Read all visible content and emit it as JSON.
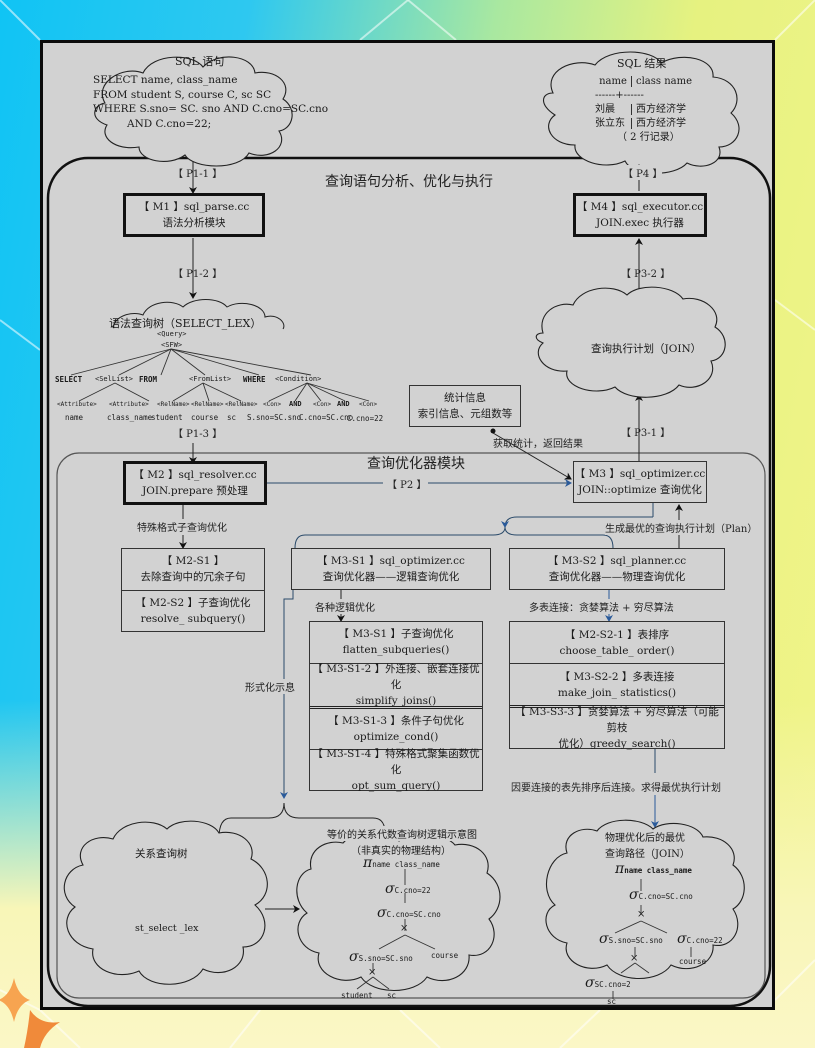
{
  "sql_statement": {
    "title": "SQL 语句",
    "lines": [
      "SELECT name, class_name",
      "FROM student S, course C, sc SC",
      "WHERE S.sno= SC. sno AND C.cno=SC.cno",
      "AND C.cno=22;"
    ]
  },
  "sql_result": {
    "title": "SQL 结果",
    "header": [
      "name",
      "class   name"
    ],
    "separator": "------+------",
    "rows": [
      [
        "刘晨",
        "西方经济学"
      ],
      [
        "张立东",
        "西方经济学"
      ]
    ],
    "footer": "（ 2 行记录）"
  },
  "outer_section": {
    "title": "查询语句分析、优化与执行"
  },
  "labels": {
    "p1_1": "【 P1-1 】",
    "p1_2": "【 P1-2 】",
    "p1_3": "【 P1-3 】",
    "p2": "【 P2 】",
    "p3_1": "【 P3-1 】",
    "p3_2": "【 P3-2 】",
    "p4": "【 P4 】",
    "special_subquery": "特殊格式子查询优化",
    "various_logic": "各种逻辑优化",
    "multi_table": "多表连接：贪婪算法 + 穷尽算法",
    "best_plan": "生成最优的查询执行计划（Plan）",
    "get_stats": "获取统计，返回结果",
    "formal": "形式化示息",
    "sort_then_join": "因要连接的表先排序后连接。求得最优执行计划"
  },
  "modules": {
    "m1": {
      "line1": "【 M1 】sql_parse.cc",
      "line2": "语法分析模块"
    },
    "m2": {
      "line1": "【 M2 】sql_resolver.cc",
      "line2": "JOIN.prepare 预处理"
    },
    "m3": {
      "line1": "【 M3 】sql_optimizer.cc",
      "line2": "JOIN::optimize 查询优化"
    },
    "m4": {
      "line1": "【 M4 】sql_executor.cc",
      "line2": "JOIN.exec 执行器"
    },
    "m2_s1": {
      "line1": "【 M2-S1 】",
      "line2": "去除查询中的冗余子句"
    },
    "m2_s2": {
      "line1": "【 M2-S2 】子查询优化",
      "line2": "resolve_ subquery()"
    },
    "m3_s1": {
      "line1": "【 M3-S1 】sql_optimizer.cc",
      "line2": "查询优化器——逻辑查询优化"
    },
    "m3_s2": {
      "line1": "【 M3-S2 】sql_planner.cc",
      "line2": "查询优化器——物理查询优化"
    },
    "logic_steps": [
      {
        "line1": "【 M3-S1 】子查询优化",
        "line2": "flatten_subqueries()"
      },
      {
        "line1": "【 M3-S1-2 】外连接、嵌套连接优化",
        "line2": "simplify_joins()"
      },
      {
        "line1": "【 M3-S1-3 】条件子句优化",
        "line2": "optimize_cond()"
      },
      {
        "line1": "【 M3-S1-4 】特殊格式聚集函数优化",
        "line2": "opt_sum_query()"
      }
    ],
    "physical_steps": [
      {
        "line1": "【 M2-S2-1 】表排序",
        "line2": "choose_table_ order()"
      },
      {
        "line1": "【 M3-S2-2 】多表连接",
        "line2": "make_join_ statistics()"
      },
      {
        "line1": "【 M3-S3-3 】贪婪算法 + 穷尽算法（可能剪枝",
        "line2": "优化）greedy_search()"
      }
    ]
  },
  "stats_box": {
    "line1": "统计信息",
    "line2": "索引信息、元组数等"
  },
  "optimizer_section": {
    "title": "查询优化器模块"
  },
  "exec_plan_cloud": {
    "text": "查询执行计划（JOIN）"
  },
  "parse_tree": {
    "title": "语法查询树（SELECT_LEX）",
    "query": "<Query>",
    "sfw": "<SFW>",
    "level1": [
      "SELECT",
      "<SelList>",
      "FROM",
      "<FromList>",
      "WHERE",
      "<Condition>"
    ],
    "level2": [
      "<Attribute>",
      "<Attribute>",
      "<RelName>",
      "<RelName>",
      "<RelName>",
      "<Con>",
      "AND",
      "<Con>",
      "AND",
      "<Con>"
    ],
    "leaves": [
      "name",
      "class_name",
      "student",
      "course",
      "sc",
      "S.sno=SC.sno",
      "C.cno=SC.cno",
      "C.cno=22"
    ]
  },
  "relation_tree_cloud": {
    "title": "关系查询树",
    "text": "st_select _lex"
  },
  "algebra_cloud": {
    "title1": "等价的关系代数查询树逻辑示意图",
    "title2": "（非真实的物理结构）",
    "pi": "π",
    "pi_sub": "name class_name",
    "sigma": "σ",
    "sel1": "C.cno=22",
    "sel2": "C.cno=SC.cno",
    "join": "×",
    "sel3": "S.sno=SC.sno",
    "course": "course",
    "student": "student",
    "sc": "sc"
  },
  "physical_cloud": {
    "title1": "物理优化后的最优",
    "title2": "查询路径（JOIN）",
    "pi": "π",
    "pi_sub": "name class_name",
    "sigma": "σ",
    "sel1": "C.cno=SC.cno",
    "join": "×",
    "sel2": "S.sno=SC.sno",
    "sel3": "C.cno=22",
    "course": "course",
    "sel4": "SC.cno=2",
    "sc": "sc"
  }
}
